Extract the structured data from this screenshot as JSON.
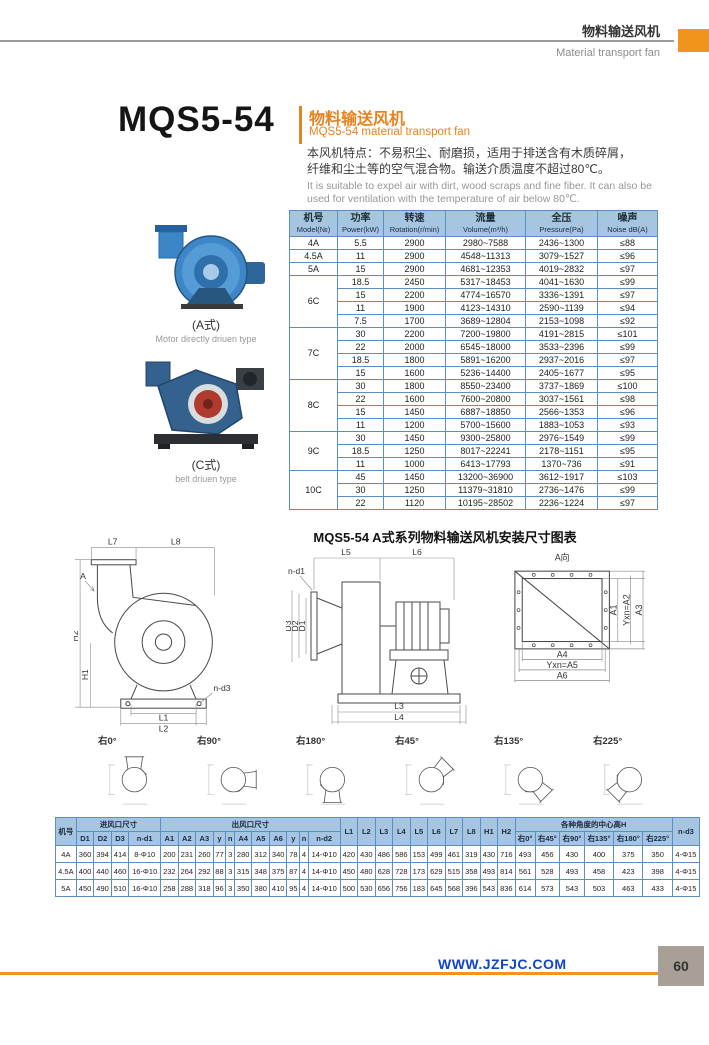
{
  "colors": {
    "accent_orange": "#f0941e",
    "title_orange": "#e8821e",
    "table_header_blue": "#a6c5e0",
    "table_border_blue": "#5b8fc4",
    "url_blue": "#1144cc",
    "page_block_gray": "#a89f96"
  },
  "header": {
    "title_cn": "物料输送风机",
    "title_en": "Material transport fan"
  },
  "title_block": {
    "model": "MQS5-54",
    "subtitle_cn": "物料输送风机",
    "subtitle_en": "MQS5-54 material transport fan"
  },
  "description": {
    "cn_line1": "本风机特点：不易积尘、耐磨损，适用于排送含有木质碎屑，",
    "cn_line2": "纤维和尘土等的空气混合物。输送介质温度不超过80℃。",
    "en": "It is suitable to expel air with dirt, wood scraps and fine fiber. It can also be used for ventilation with the temperature of air below 80℃."
  },
  "products": [
    {
      "caption_cn": "(A式)",
      "caption_en": "Motor directly driuen type"
    },
    {
      "caption_cn": "(C式)",
      "caption_en": "belt driuen type"
    }
  ],
  "spec_table": {
    "headers": [
      {
        "cn": "机号",
        "en": "Model(№)"
      },
      {
        "cn": "功率",
        "en": "Power(kW)"
      },
      {
        "cn": "转速",
        "en": "Rotation(r/min)"
      },
      {
        "cn": "流量",
        "en": "Volume(m³/h)"
      },
      {
        "cn": "全压",
        "en": "Pressure(Pa)"
      },
      {
        "cn": "噪声",
        "en": "Noise dB(A)"
      }
    ],
    "groups": [
      {
        "model": "4A",
        "rows": [
          [
            "5.5",
            "2900",
            "2980~7588",
            "2436~1300",
            "≤88"
          ]
        ]
      },
      {
        "model": "4.5A",
        "rows": [
          [
            "11",
            "2900",
            "4548~11313",
            "3079~1527",
            "≤96"
          ]
        ]
      },
      {
        "model": "5A",
        "rows": [
          [
            "15",
            "2900",
            "4681~12353",
            "4019~2832",
            "≤97"
          ]
        ]
      },
      {
        "model": "6C",
        "rows": [
          [
            "18.5",
            "2450",
            "5317~18453",
            "4041~1630",
            "≤99"
          ],
          [
            "15",
            "2200",
            "4774~16570",
            "3336~1391",
            "≤97"
          ],
          [
            "11",
            "1900",
            "4123~14310",
            "2590~1139",
            "≤94"
          ],
          [
            "7.5",
            "1700",
            "3689~12804",
            "2153~1098",
            "≤92"
          ]
        ]
      },
      {
        "model": "7C",
        "rows": [
          [
            "30",
            "2200",
            "7200~19800",
            "4191~2815",
            "≤101"
          ],
          [
            "22",
            "2000",
            "6545~18000",
            "3533~2396",
            "≤99"
          ],
          [
            "18.5",
            "1800",
            "5891~16200",
            "2937~2016",
            "≤97"
          ],
          [
            "15",
            "1600",
            "5236~14400",
            "2405~1677",
            "≤95"
          ]
        ]
      },
      {
        "model": "8C",
        "rows": [
          [
            "30",
            "1800",
            "8550~23400",
            "3737~1869",
            "≤100"
          ],
          [
            "22",
            "1600",
            "7600~20800",
            "3037~1561",
            "≤98"
          ],
          [
            "15",
            "1450",
            "6887~18850",
            "2566~1353",
            "≤96"
          ],
          [
            "11",
            "1200",
            "5700~15600",
            "1883~1053",
            "≤93"
          ]
        ]
      },
      {
        "model": "9C",
        "rows": [
          [
            "30",
            "1450",
            "9300~25800",
            "2976~1549",
            "≤99"
          ],
          [
            "18.5",
            "1250",
            "8017~22241",
            "2178~1151",
            "≤95"
          ],
          [
            "11",
            "1000",
            "6413~17793",
            "1370~736",
            "≤91"
          ]
        ]
      },
      {
        "model": "10C",
        "rows": [
          [
            "45",
            "1450",
            "13200~36900",
            "3612~1917",
            "≤103"
          ],
          [
            "30",
            "1250",
            "11379~31810",
            "2736~1476",
            "≤99"
          ],
          [
            "22",
            "1120",
            "10195~28502",
            "2236~1224",
            "≤97"
          ]
        ]
      }
    ]
  },
  "install_caption": "MQS5-54 A式系列物料输送风机安装尺寸图表",
  "drawings": {
    "d1": {
      "view_label": "A",
      "dims": [
        "L7",
        "L8",
        "H2",
        "H1",
        "L1",
        "L2",
        "n-d3"
      ]
    },
    "d2": {
      "dims": [
        "L5",
        "L6",
        "n-d1",
        "D3",
        "D2",
        "D1",
        "L3",
        "L4"
      ]
    },
    "d3": {
      "view_label": "A向",
      "right_dims": [
        "A1",
        "Yxn=A2",
        "A3"
      ],
      "bottom_dims": [
        "A4",
        "Yxn=A5",
        "A6"
      ]
    }
  },
  "orientations": [
    {
      "label": "右0°"
    },
    {
      "label": "右90°"
    },
    {
      "label": "右180°"
    },
    {
      "label": "右45°"
    },
    {
      "label": "右135°"
    },
    {
      "label": "右225°"
    }
  ],
  "dim_table": {
    "h_model": "机号",
    "group_inlet": "进风口尺寸",
    "group_outlet": "出风口尺寸",
    "group_heights": "各种角度的中心高H",
    "h_nd3": "n-d3",
    "inlet_sub": [
      "D1",
      "D2",
      "D3",
      "n-d1"
    ],
    "outlet_sub": [
      "A1",
      "A2",
      "A3",
      "y",
      "n",
      "A4",
      "A5",
      "A6",
      "y",
      "n",
      "n-d2"
    ],
    "l_cols": [
      "L1",
      "L2",
      "L3",
      "L4",
      "L5",
      "L6",
      "L7",
      "L8",
      "H1",
      "H2"
    ],
    "angle_cols": [
      "右0°",
      "右45°",
      "右90°",
      "右135°",
      "右180°",
      "右225°"
    ],
    "rows": [
      [
        "4A",
        "360",
        "394",
        "414",
        "8-Φ10",
        "200",
        "231",
        "260",
        "77",
        "3",
        "280",
        "312",
        "340",
        "78",
        "4",
        "14-Φ10",
        "420",
        "430",
        "486",
        "586",
        "153",
        "499",
        "461",
        "319",
        "430",
        "716",
        "493",
        "456",
        "430",
        "400",
        "375",
        "350",
        "4-Φ15"
      ],
      [
        "4.5A",
        "400",
        "440",
        "460",
        "16-Φ10",
        "232",
        "264",
        "292",
        "88",
        "3",
        "315",
        "348",
        "375",
        "87",
        "4",
        "14-Φ10",
        "450",
        "480",
        "628",
        "728",
        "173",
        "629",
        "515",
        "358",
        "493",
        "814",
        "561",
        "528",
        "493",
        "458",
        "423",
        "398",
        "4-Φ15"
      ],
      [
        "5A",
        "450",
        "490",
        "510",
        "16-Φ10",
        "258",
        "288",
        "318",
        "96",
        "3",
        "350",
        "380",
        "410",
        "95",
        "4",
        "14-Φ10",
        "500",
        "530",
        "656",
        "756",
        "183",
        "645",
        "568",
        "396",
        "543",
        "836",
        "614",
        "573",
        "543",
        "503",
        "463",
        "433",
        "4-Φ15"
      ]
    ]
  },
  "footer": {
    "url": "WWW.JZFJC.COM",
    "page": "60"
  }
}
